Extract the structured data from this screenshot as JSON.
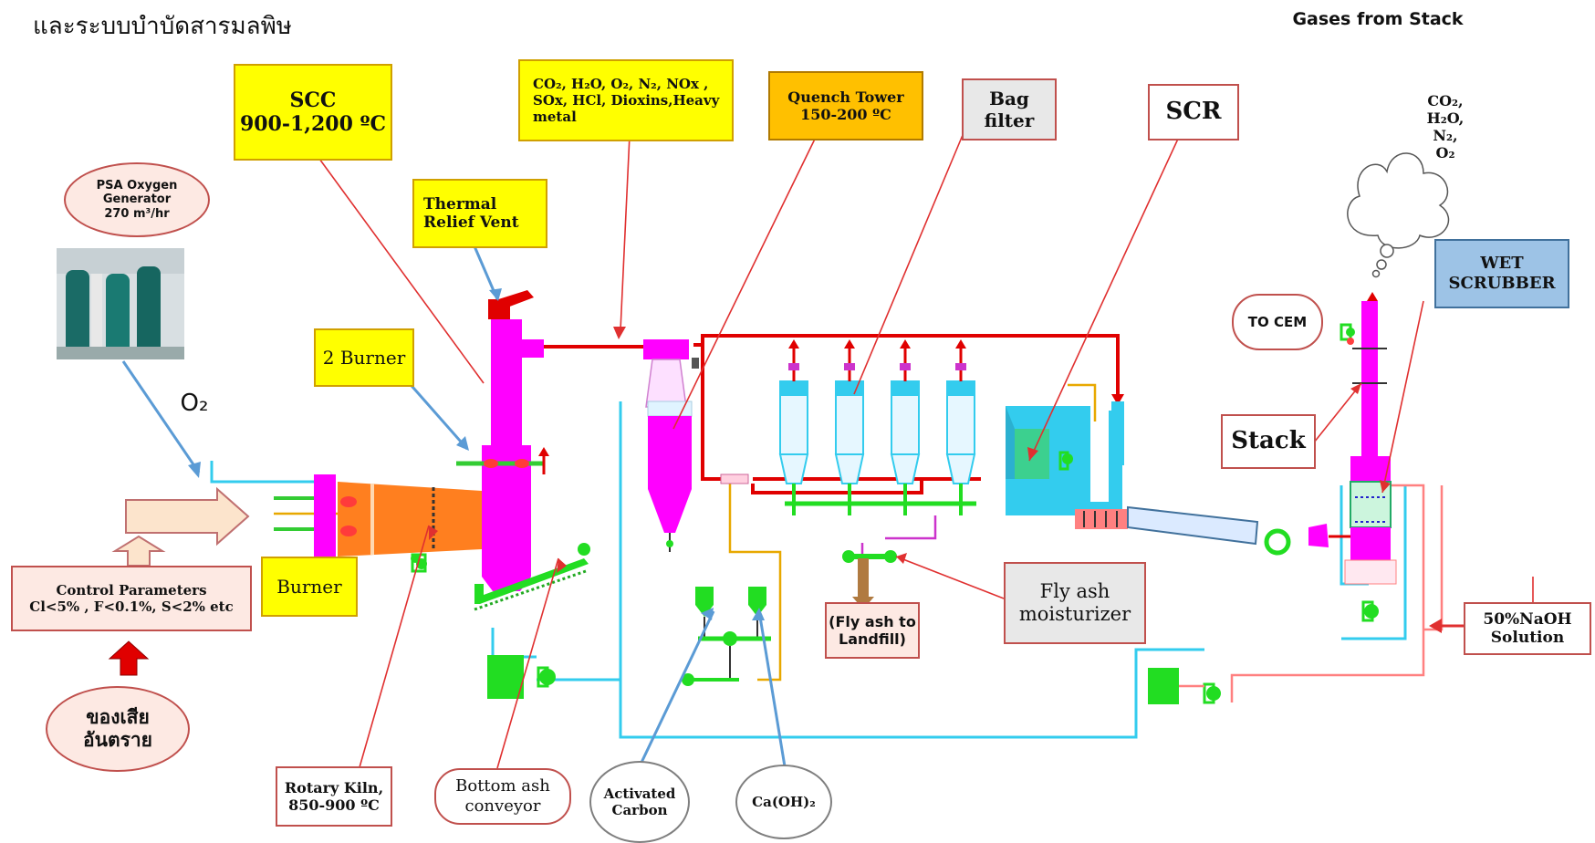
{
  "header": {
    "title_th": "และระบบบำบัดสารมลพิษ",
    "stack_gases_title": "Gases from Stack"
  },
  "labels": {
    "scc": [
      "SCC",
      "900-1,200 ºC"
    ],
    "gases_list": [
      "CO₂, H₂O, O₂, N₂, NOx ,",
      "SOx, HCl, Dioxins,Heavy",
      "metal"
    ],
    "quench_tower": [
      "Quench Tower",
      "150-200 ºC"
    ],
    "bag_filter": [
      "Bag",
      "filter"
    ],
    "scr": "SCR",
    "stack_emissions": [
      "CO₂,",
      "H₂O,",
      "N₂,",
      "O₂"
    ],
    "psa_oxygen": [
      "PSA Oxygen",
      "Generator",
      "270 m³/hr"
    ],
    "thermal_relief": [
      "Thermal",
      "Relief Vent"
    ],
    "two_burner": "2 Burner",
    "o2": "O₂",
    "wet_scrubber": [
      "WET",
      "SCRUBBER"
    ],
    "to_cem": "TO CEM",
    "stack": "Stack",
    "control_params": [
      "Control Parameters",
      "Cl<5% , F<0.1%, S<2%  etc"
    ],
    "burner": "Burner",
    "fly_ash_landfill": [
      "(Fly ash to",
      "Landfill)"
    ],
    "fly_ash_moisturizer": [
      "Fly ash",
      "moisturizer"
    ],
    "naoh": [
      "50%NaOH",
      "Solution"
    ],
    "hazardous_waste": [
      "ของเสีย",
      "อันตราย"
    ],
    "rotary_kiln": [
      "Rotary Kiln,",
      "850-900 ºC"
    ],
    "bottom_ash": [
      "Bottom ash",
      "conveyor"
    ],
    "activated_carbon": [
      "Activated",
      "Carbon"
    ],
    "caoh": "Ca(OH)₂"
  },
  "colors": {
    "equipment": "#ff00ff",
    "gas_line": "#e00000",
    "water_line": "#33ccee",
    "pump": "#22dd22",
    "kiln": "#ff7f1f",
    "callout_red": "#e03030",
    "callout_blue": "#5b9bd5",
    "label_yellow": "#ffff00",
    "label_orange": "#ffc000"
  }
}
